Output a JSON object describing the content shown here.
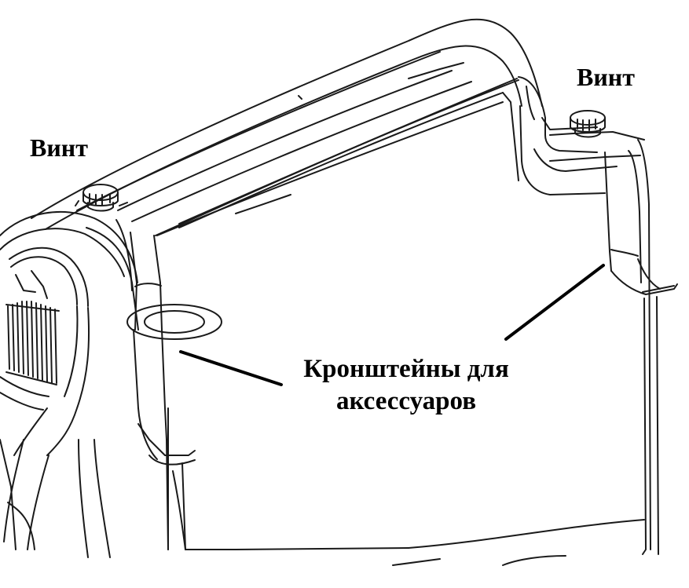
{
  "labels": {
    "screw_left": "Винт",
    "screw_right": "Винт",
    "brackets_line1": "Кронштейны для",
    "brackets_line2": "аксессуаров"
  },
  "colors": {
    "line": "#1a1a1a",
    "background": "#ffffff"
  }
}
